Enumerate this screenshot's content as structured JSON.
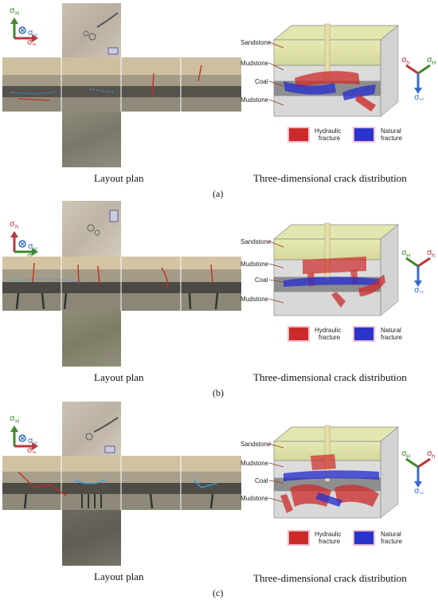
{
  "panels": [
    {
      "letter": "(a)",
      "left_caption": "Layout plan",
      "right_caption": "Three-dimensional crack distribution",
      "strata": [
        "Sandstone",
        "Mudstone",
        "Coal",
        "Mudstone"
      ],
      "legend": {
        "hydraulic": "Hydraulic\nfracture",
        "natural": "Natural\nfracture"
      }
    },
    {
      "letter": "(b)",
      "left_caption": "Layout plan",
      "right_caption": "Three-dimensional crack distribution",
      "strata": [
        "Sandstone",
        "Mudstone",
        "Coal",
        "Mudstone"
      ],
      "legend": {
        "hydraulic": "Hydraulic\nfracture",
        "natural": "Natural\nfracture"
      }
    },
    {
      "letter": "(c)",
      "left_caption": "Layout plan",
      "right_caption": "Three-dimensional crack distribution",
      "strata": [
        "Sandstone",
        "Mudstone",
        "Coal",
        "Mudstone"
      ],
      "legend": {
        "hydraulic": "Hydraulic\nfracture",
        "natural": "Natural\nfracture"
      }
    }
  ],
  "legend_words": {
    "hydraulic_1": "Hydraulic",
    "hydraulic_2": "fracture",
    "natural_1": "Natural",
    "natural_2": "fracture"
  },
  "stress": {
    "sigma": "σ",
    "h": "h",
    "H": "H",
    "v": "V"
  },
  "colors": {
    "hydraulic": "#cc2a2a",
    "natural": "#2a33cc",
    "sigma_H": "#3d8a2a",
    "sigma_h": "#b8383c",
    "sigma_v": "#3a6ad0"
  }
}
